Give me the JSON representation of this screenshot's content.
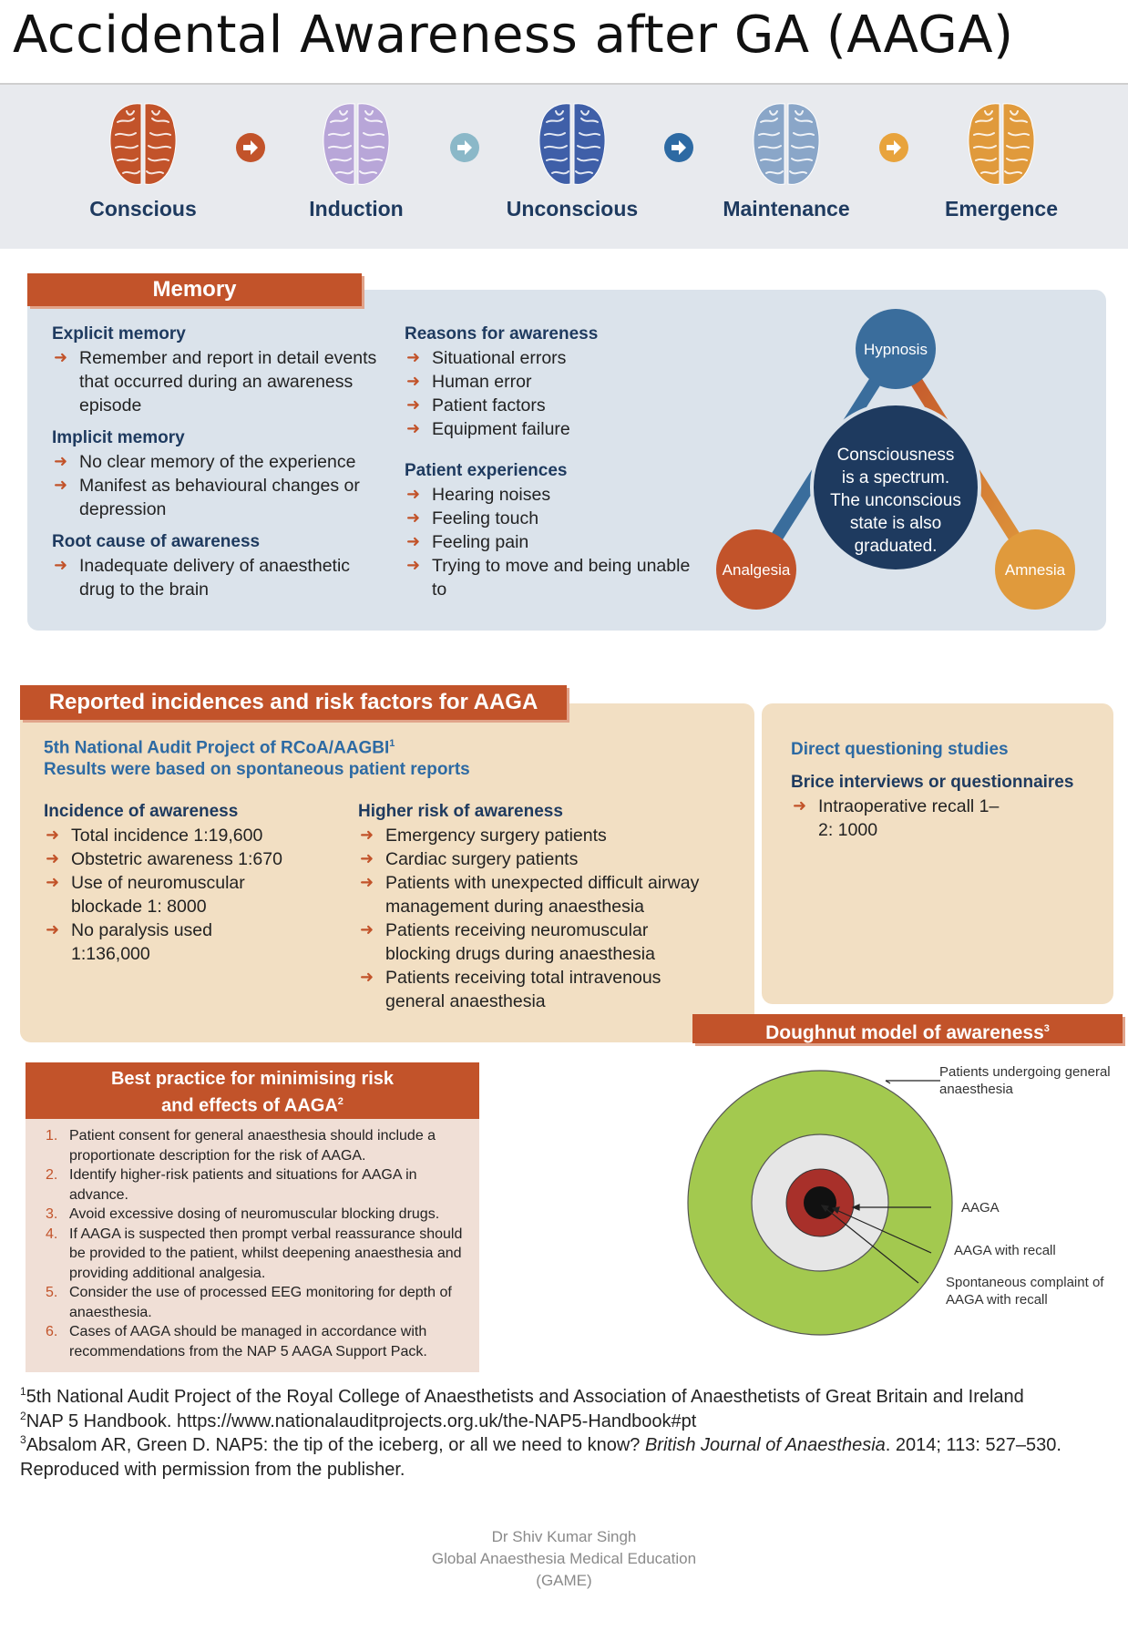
{
  "title": "Accidental Awareness after GA (AAGA)",
  "stages": [
    {
      "label": "Conscious",
      "color": "#c2532a"
    },
    {
      "label": "Induction",
      "color": "#b8a6d8"
    },
    {
      "label": "Unconscious",
      "color": "#3f5fa8"
    },
    {
      "label": "Maintenance",
      "color": "#8aa6c8"
    },
    {
      "label": "Emergence",
      "color": "#e09a3c"
    }
  ],
  "stage_arrow_colors": [
    "#c2532a",
    "#8bb8c8",
    "#2d6aa3",
    "#e8a33c"
  ],
  "memory": {
    "tab": "Memory",
    "explicit_title": "Explicit memory",
    "explicit_items": [
      "Remember and report in detail events that occurred during an awareness episode"
    ],
    "implicit_title": "Implicit memory",
    "implicit_items": [
      "No clear memory of the experience",
      "Manifest as behavioural changes or depression"
    ],
    "root_title": "Root cause of awareness",
    "root_items": [
      "Inadequate delivery of anaesthetic drug to the brain"
    ],
    "reasons_title": "Reasons for awareness",
    "reasons_items": [
      "Situational errors",
      "Human error",
      "Patient factors",
      "Equipment failure"
    ],
    "experiences_title": "Patient experiences",
    "experiences_items": [
      "Hearing noises",
      "Feeling touch",
      "Feeling pain",
      "Trying to move and being unable to"
    ]
  },
  "triangle": {
    "top": "Hypnosis",
    "left": "Analgesia",
    "right": "Amnesia",
    "center": [
      "Consciousness",
      "is a spectrum.",
      "The unconscious",
      "state is also",
      "graduated."
    ],
    "colors": {
      "top": "#3a6d9c",
      "left": "#c2532a",
      "right": "#e09a3c",
      "center": "#1e3a5f"
    }
  },
  "incidence": {
    "tab": "Reported incidences and risk factors for AAGA",
    "nap5_line1": "5th National Audit Project of RCoA/AAGBI",
    "nap5_line1_sup": "1",
    "nap5_line2": "Results were based on spontaneous patient reports",
    "incidence_title": "Incidence of awareness",
    "incidence_items": [
      "Total incidence 1:19,600",
      "Obstetric awareness 1:670",
      "Use of neuromuscular blockade 1: 8000",
      "No paralysis used 1:136,000"
    ],
    "risk_title": "Higher risk of awareness",
    "risk_items": [
      "Emergency surgery patients",
      "Cardiac surgery patients",
      "Patients with unexpected difficult airway management during anaesthesia",
      "Patients receiving neuromuscular blocking drugs during anaesthesia",
      "Patients receiving total intravenous general anaesthesia"
    ],
    "direct_title": "Direct questioning studies",
    "brice_title": "Brice interviews or questionnaires",
    "brice_items": [
      "Intraoperative recall 1–2: 1000"
    ]
  },
  "doughnut": {
    "tab": "Doughnut model of awareness",
    "tab_sup": "3",
    "labels": {
      "outer": [
        "Patients undergoing general",
        "anaesthesia"
      ],
      "aaga": "AAGA",
      "recall": "AAGA with recall",
      "spont": [
        "Spontaneous complaint of",
        "AAGA with recall"
      ]
    },
    "colors": {
      "outer": "#a3c94f",
      "ring": "#e6e6e6",
      "red": "#a8302a",
      "core": "#111111"
    }
  },
  "best_practice": {
    "tab_line1": "Best practice for minimising risk",
    "tab_line2": "and effects of AAGA",
    "tab_sup": "2",
    "items": [
      {
        "num": "1.",
        "text": "Patient consent for general anaesthesia should include a proportionate description for the risk of AAGA."
      },
      {
        "num": "2.",
        "text": "Identify higher-risk patients and situations for AAGA in advance."
      },
      {
        "num": "3.",
        "text": "Avoid excessive dosing of neuromuscular blocking drugs."
      },
      {
        "num": "4.",
        "text": "If AAGA is suspected then prompt verbal reassurance should be provided to the patient, whilst deepening anaesthesia and providing additional analgesia."
      },
      {
        "num": "5.",
        "text": "Consider the use of processed EEG monitoring for depth of anaesthesia."
      },
      {
        "num": "6.",
        "text": "Cases of AAGA should be managed in accordance with recommendations from the NAP 5 AAGA Support Pack."
      }
    ]
  },
  "footnotes": {
    "f1_sup": "1",
    "f1": "5th National Audit Project of the Royal College of Anaesthetists and Association of Anaesthetists of Great Britain and Ireland",
    "f2_sup": "2",
    "f2": "NAP 5 Handbook. https://www.nationalauditprojects.org.uk/the-NAP5-Handbook#pt",
    "f3_sup": "3",
    "f3_a": "Absalom AR, Green D. NAP5: the tip of the iceberg, or all we need to know? ",
    "f3_journal": "British Journal of Anaesthesia",
    "f3_b": ". 2014; 113: 527–530.",
    "f3_c": "Reproduced with permission from the publisher."
  },
  "credit": [
    "Dr Shiv Kumar Singh",
    "Global Anaesthesia Medical Education",
    "(GAME)"
  ]
}
